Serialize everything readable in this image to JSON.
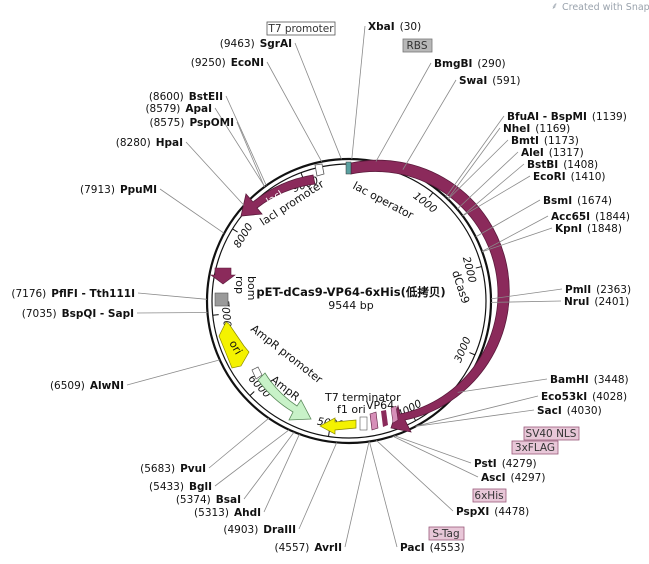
{
  "watermark": "Created with SnapGene®",
  "plasmid": {
    "name": "pET-dCas9-VP64-6xHis(低拷贝)",
    "length_label": "9544 bp"
  },
  "ticks": [
    "1000",
    "2000",
    "3000",
    "4000",
    "5000",
    "6000",
    "7000",
    "8000",
    "9000"
  ],
  "features": {
    "dcas9": "dCas9",
    "lacI": "lacI",
    "lacI_promoter": "lacI promoter",
    "lac_operator": "lac operator",
    "rop": "rop",
    "bom": "bom",
    "ori": "ori",
    "ampr": "AmpR",
    "ampr_promoter": "AmpR promoter",
    "f1_ori": "f1 ori",
    "t7_terminator": "T7 terminator",
    "vp64": "VP64"
  },
  "boxed_features": {
    "t7_promoter": "T7 promoter",
    "rbs": "RBS",
    "sv40_nls": "SV40 NLS",
    "flag": "3xFLAG",
    "his": "6xHis",
    "stag": "S-Tag"
  },
  "sites_right": [
    {
      "name": "XbaI",
      "pos": "(30)"
    },
    {
      "name": "BmgBI",
      "pos": "(290)"
    },
    {
      "name": "SwaI",
      "pos": "(591)"
    },
    {
      "name": "BfuAI - BspMI",
      "pos": "(1139)"
    },
    {
      "name": "NheI",
      "pos": "(1169)"
    },
    {
      "name": "BmtI",
      "pos": "(1173)"
    },
    {
      "name": "AleI",
      "pos": "(1317)"
    },
    {
      "name": "BstBI",
      "pos": "(1408)"
    },
    {
      "name": "EcoRI",
      "pos": "(1410)"
    },
    {
      "name": "BsmI",
      "pos": "(1674)"
    },
    {
      "name": "Acc65I",
      "pos": "(1844)"
    },
    {
      "name": "KpnI",
      "pos": "(1848)"
    },
    {
      "name": "PmlI",
      "pos": "(2363)"
    },
    {
      "name": "NruI",
      "pos": "(2401)"
    },
    {
      "name": "BamHI",
      "pos": "(3448)"
    },
    {
      "name": "Eco53kI",
      "pos": "(4028)"
    },
    {
      "name": "SacI",
      "pos": "(4030)"
    },
    {
      "name": "PstI",
      "pos": "(4279)"
    },
    {
      "name": "AscI",
      "pos": "(4297)"
    },
    {
      "name": "PspXI",
      "pos": "(4478)"
    },
    {
      "name": "PacI",
      "pos": "(4553)"
    }
  ],
  "sites_left": [
    {
      "name": "SgrAI",
      "pos": "(9463)"
    },
    {
      "name": "EcoNI",
      "pos": "(9250)"
    },
    {
      "name": "BstEII",
      "pos": "(8600)"
    },
    {
      "name": "ApaI",
      "pos": "(8579)"
    },
    {
      "name": "PspOMI",
      "pos": "(8575)"
    },
    {
      "name": "HpaI",
      "pos": "(8280)"
    },
    {
      "name": "PpuMI",
      "pos": "(7913)"
    },
    {
      "name": "PflFI - Tth111I",
      "pos": "(7176)"
    },
    {
      "name": "BspQI - SapI",
      "pos": "(7035)"
    },
    {
      "name": "AlwNI",
      "pos": "(6509)"
    },
    {
      "name": "PvuI",
      "pos": "(5683)"
    },
    {
      "name": "BglI",
      "pos": "(5433)"
    },
    {
      "name": "BsaI",
      "pos": "(5374)"
    },
    {
      "name": "AhdI",
      "pos": "(5313)"
    },
    {
      "name": "DraIII",
      "pos": "(4903)"
    },
    {
      "name": "AvrII",
      "pos": "(4557)"
    }
  ]
}
